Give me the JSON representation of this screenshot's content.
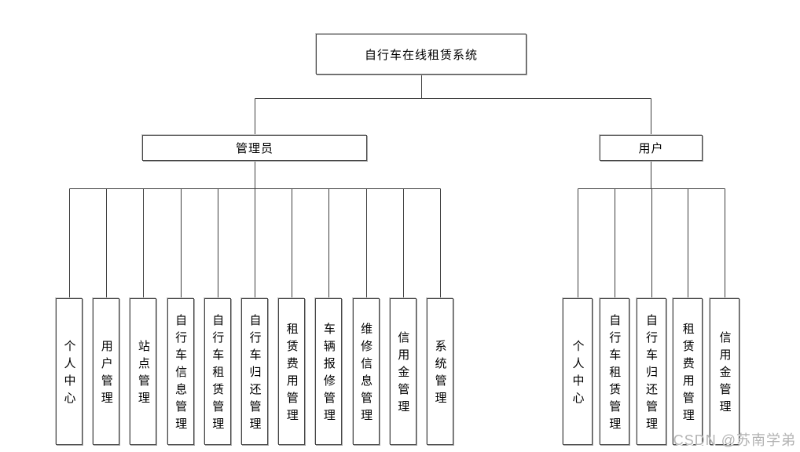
{
  "diagram": {
    "title_node": "自行车在线租赁系统",
    "branches": [
      {
        "label": "管理员",
        "children": [
          "个人中心",
          "用户管理",
          "站点管理",
          "自行车信息管理",
          "自行车租赁管理",
          "自行车归还管理",
          "租赁费用管理",
          "车辆报修管理",
          "维修信息管理",
          "信用金管理",
          "系统管理"
        ]
      },
      {
        "label": "用户",
        "children": [
          "个人中心",
          "自行车租赁管理",
          "自行车归还管理",
          "租赁费用管理",
          "信用金管理"
        ]
      }
    ],
    "colors": {
      "line": "#3f3f3f",
      "box_border": "#474747",
      "box_shadow": "#a6a6a6",
      "box_fill": "#ffffff",
      "text": "#000000",
      "watermark_text": "#b3b3b3",
      "background": "#ffffff"
    }
  },
  "watermark": {
    "text": "CSDN @苏南学弟"
  }
}
